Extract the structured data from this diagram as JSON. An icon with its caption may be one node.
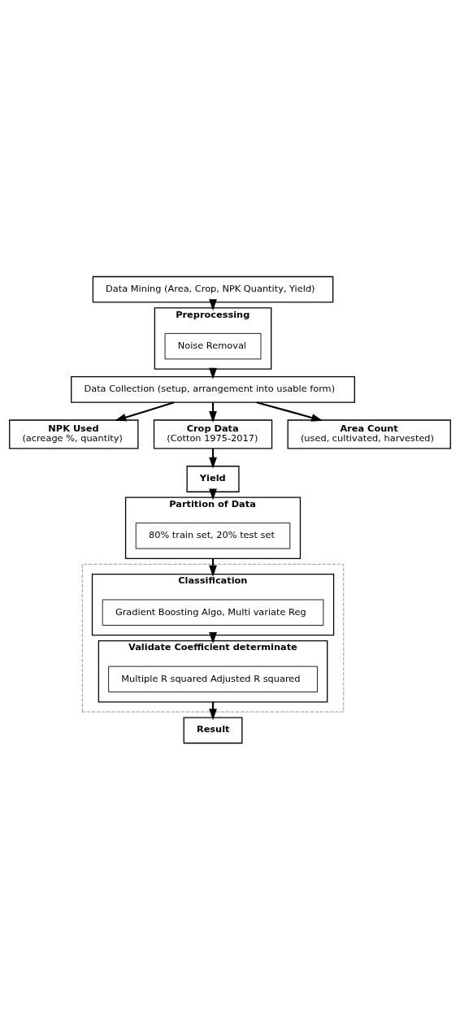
{
  "diagram": {
    "nodes": [
      {
        "text": [
          "Data Mining (Area, Crop, NPK Quantity, Yield)"
        ]
      },
      {
        "text": [
          "Preprocessing"
        ]
      },
      {
        "text": [
          "Noise Removal"
        ],
        "in": 1
      },
      {
        "text": [
          "Data Collection (setup, arrangement into usable form)"
        ]
      },
      {
        "text": [
          "NPK Used",
          "(acreage %, quantity)"
        ]
      },
      {
        "text": [
          "Crop Data",
          "(Cotton 1975-2017)"
        ]
      },
      {
        "text": [
          "Area Count",
          "(used, cultivated, harvested)"
        ]
      },
      {
        "text": [
          "Yield"
        ]
      },
      {
        "text": [
          "Partition of Data"
        ]
      },
      {
        "text": [
          "80% train set, 20% test set"
        ],
        "in": 8
      },
      {
        "text": [],
        "shape": "box"
      },
      {
        "text": [
          "Classification"
        ],
        "in": 10
      },
      {
        "text": [
          "Gradient Boosting Algo, Multi variate Reg"
        ],
        "in": 11
      },
      {
        "text": [
          "Validate Coefficient determinate"
        ],
        "in": 10
      },
      {
        "text": [
          "Multiple R squared Adjusted R squared"
        ],
        "in": 13
      },
      {
        "text": [
          "Result"
        ]
      }
    ],
    "edges": [
      {
        "from": 0,
        "to": 1,
        "arrow": "to"
      },
      {
        "from": 1,
        "to": 3,
        "arrow": "to"
      },
      {
        "from": 3,
        "to": 4,
        "arrow": "to"
      },
      {
        "from": 3,
        "to": 5,
        "arrow": "to"
      },
      {
        "from": 3,
        "to": 6,
        "arrow": "to"
      },
      {
        "from": 5,
        "to": 7,
        "arrow": "to"
      },
      {
        "from": 7,
        "to": 8,
        "arrow": "to"
      },
      {
        "from": 8,
        "to": 11,
        "arrow": "to"
      },
      {
        "from": 11,
        "to": 13,
        "arrow": "to"
      },
      {
        "from": 13,
        "to": 15,
        "arrow": "to"
      }
    ]
  }
}
